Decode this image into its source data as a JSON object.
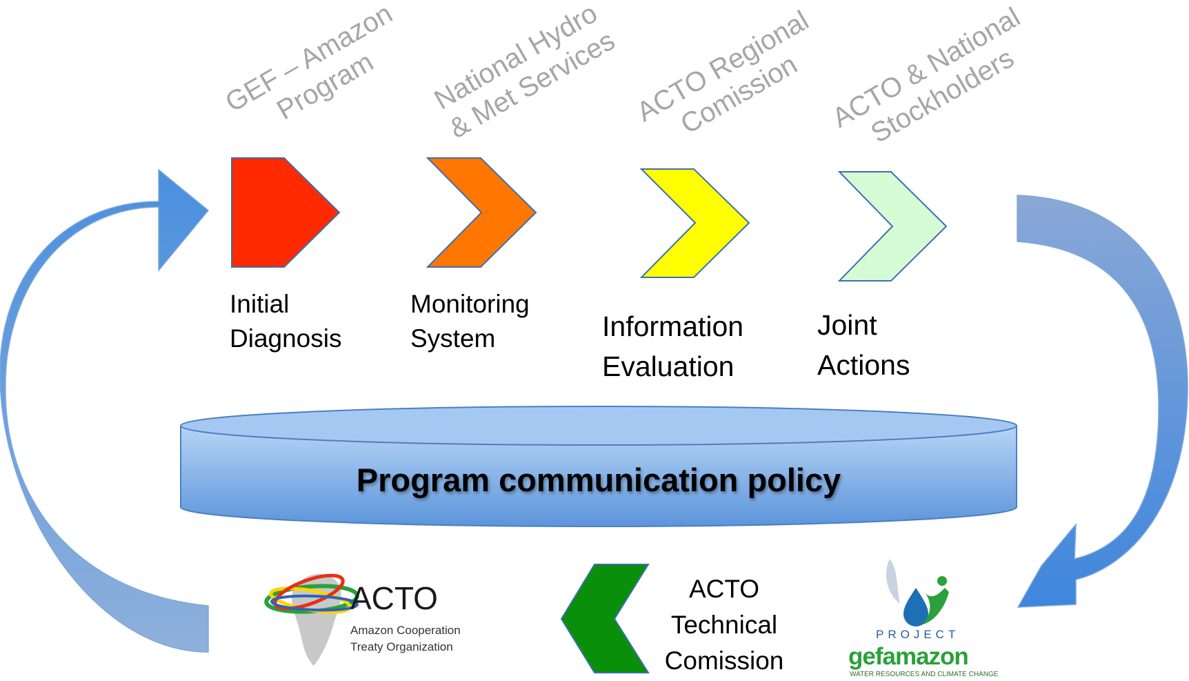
{
  "top_labels": [
    {
      "line1": "GEF – Amazon",
      "line2": "Program"
    },
    {
      "line1": "National Hydro",
      "line2": "& Met Services"
    },
    {
      "line1": "ACTO Regional",
      "line2": "Comission"
    },
    {
      "line1": "ACTO & National",
      "line2": "Stockholders"
    }
  ],
  "steps": [
    {
      "line1": "Initial",
      "line2": "Diagnosis",
      "color": "#ff2a00"
    },
    {
      "line1": "Monitoring",
      "line2": "System",
      "color": "#ff7700"
    },
    {
      "line1": "Information",
      "line2": "Evaluation",
      "color": "#ffff00"
    },
    {
      "line1": "Joint",
      "line2": "Actions",
      "color": "#d5fcd5"
    }
  ],
  "policy": {
    "label": "Program communication policy"
  },
  "technical": {
    "line1": "ACTO",
    "line2": "Technical",
    "line3": "Comission",
    "color": "#0a8f0a"
  },
  "acto_logo": {
    "name": "ACTO",
    "subtitle1": "Amazon Cooperation",
    "subtitle2": "Treaty Organization"
  },
  "gef_logo": {
    "project": "PROJECT",
    "name": "gefamazon",
    "tagline": "WATER RESOURCES AND CLIMATE CHANGE"
  },
  "colors": {
    "cycle_arrow": "#5b93d3",
    "cylinder": "#9cc2ee"
  }
}
